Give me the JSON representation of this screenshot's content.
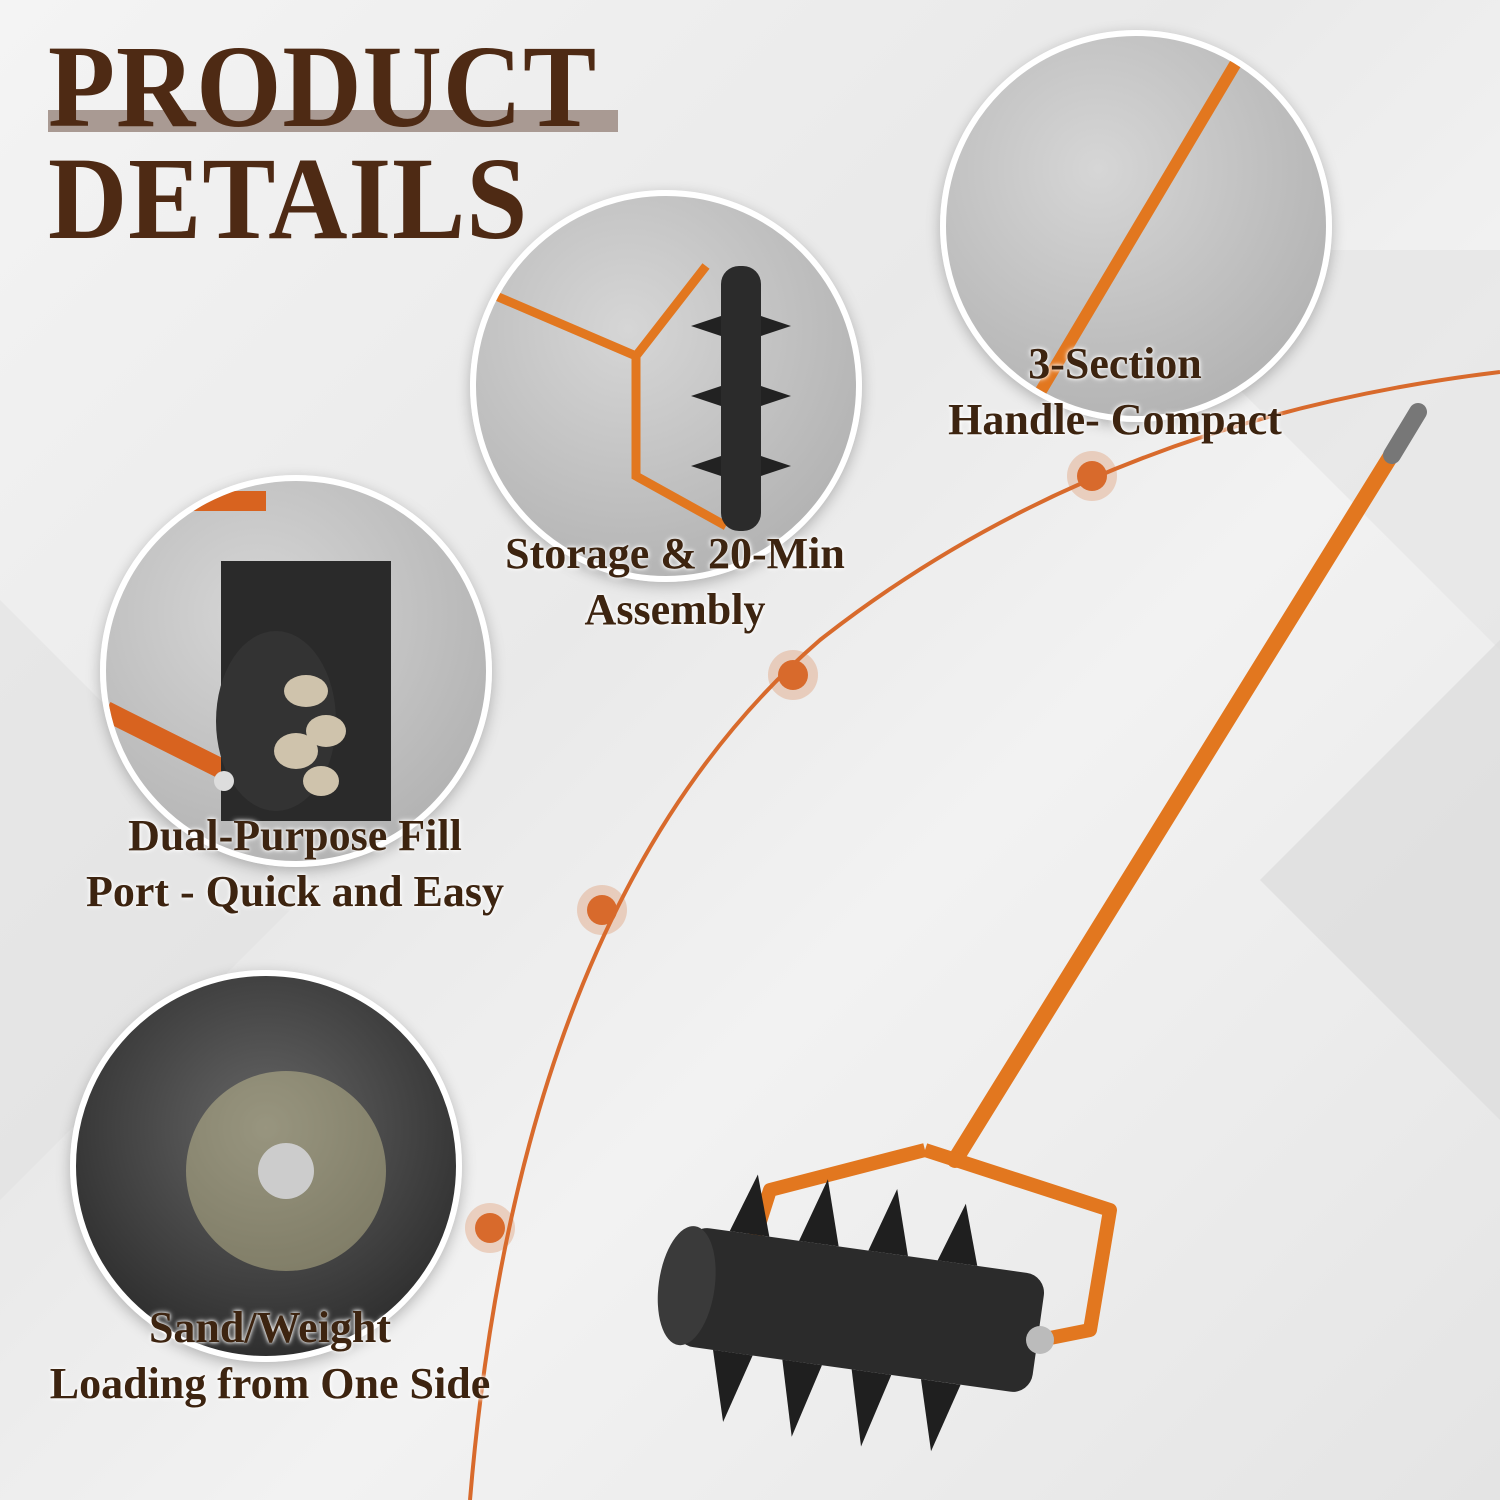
{
  "title": {
    "line1": "PRODUCT",
    "line2": "DETAILS"
  },
  "features": [
    {
      "line1": "3-Section",
      "line2": "Handle- Compact"
    },
    {
      "line1": "Storage & 20-Min",
      "line2": "Assembly"
    },
    {
      "line1": "Dual-Purpose Fill",
      "line2": "Port - Quick and Easy"
    },
    {
      "line1": "Sand/Weight",
      "line2": "Loading from One Side"
    }
  ],
  "colors": {
    "accent": "#d86a2c",
    "title": "#4e2a14",
    "roller": "#2b2b2b"
  }
}
